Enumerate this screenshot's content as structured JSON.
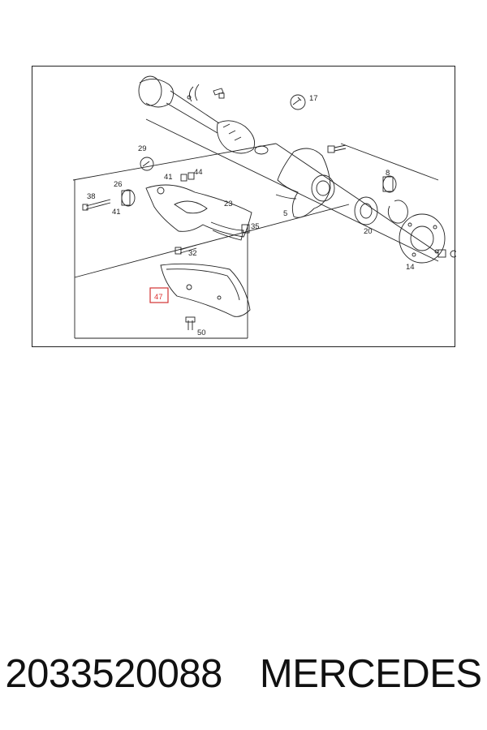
{
  "diagram": {
    "callouts": {
      "c17": "17",
      "c29": "29",
      "c41a": "41",
      "c44": "44",
      "c26": "26",
      "c38": "38",
      "c41b": "41",
      "c23": "23",
      "c35": "35",
      "c32": "32",
      "c47": "47",
      "c50": "50",
      "c8": "8",
      "c5": "5",
      "c20": "20",
      "c14": "14"
    },
    "highlight_color": "#d33333"
  },
  "caption": {
    "part_number": "2033520088",
    "brand": "MERCEDES"
  }
}
